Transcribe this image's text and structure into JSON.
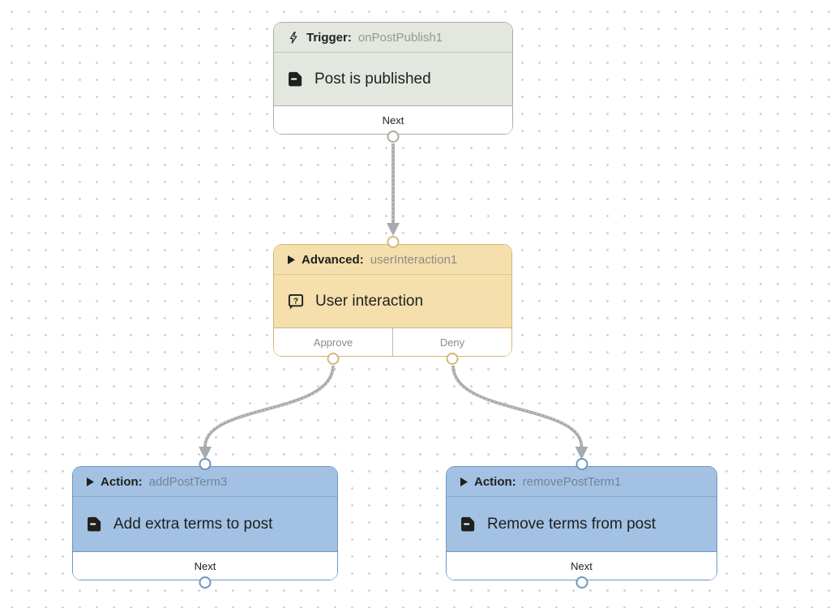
{
  "app": {
    "view": "workflow-canvas"
  },
  "colors": {
    "dot_color": "#cfcfcf",
    "text_dark": "#1e201d",
    "text_muted": "#8b8b8b",
    "footer_divider": "#bababa",
    "port_fill": "#ffffff",
    "edge_color": "#a7abb0",
    "edge_dash": "#dadcdf",
    "trigger_bg": "#e4e7e0",
    "trigger_border": "#a8afa1",
    "trigger_sep": "#bdc3b5",
    "trigger_name": "#949a90",
    "advanced_bg": "#f4dfad",
    "advanced_border": "#d4b778",
    "advanced_sep": "#ddc78f",
    "advanced_name": "#908d83",
    "action_bg": "#a3c1e3",
    "action_border": "#6f95c1",
    "action_sep": "#86a7ce",
    "action_name": "#72849a"
  },
  "icons": {
    "question_mark": "?"
  },
  "nodes": [
    {
      "id": "onPostPublish1",
      "kind_label": "Trigger:",
      "instance_name": "onPostPublish1",
      "header_icon": "lightning-icon",
      "body_icon": "post-document-icon",
      "title": "Post is published",
      "outputs": [
        "Next"
      ]
    },
    {
      "id": "userInteraction1",
      "kind_label": "Advanced:",
      "instance_name": "userInteraction1",
      "header_icon": "expand-triangle-icon",
      "body_icon": "question-bubble-icon",
      "title": "User interaction",
      "outputs": [
        "Approve",
        "Deny"
      ]
    },
    {
      "id": "addPostTerm3",
      "kind_label": "Action:",
      "instance_name": "addPostTerm3",
      "header_icon": "expand-triangle-icon",
      "body_icon": "post-document-icon",
      "title": "Add extra terms to post",
      "outputs": [
        "Next"
      ]
    },
    {
      "id": "removePostTerm1",
      "kind_label": "Action:",
      "instance_name": "removePostTerm1",
      "header_icon": "expand-triangle-icon",
      "body_icon": "post-document-icon",
      "title": "Remove terms from post",
      "outputs": [
        "Next"
      ]
    }
  ],
  "edges": [
    {
      "source": "onPostPublish1",
      "source_port": "Next",
      "target": "userInteraction1"
    },
    {
      "source": "userInteraction1",
      "source_port": "Approve",
      "target": "addPostTerm3"
    },
    {
      "source": "userInteraction1",
      "source_port": "Deny",
      "target": "removePostTerm1"
    }
  ]
}
